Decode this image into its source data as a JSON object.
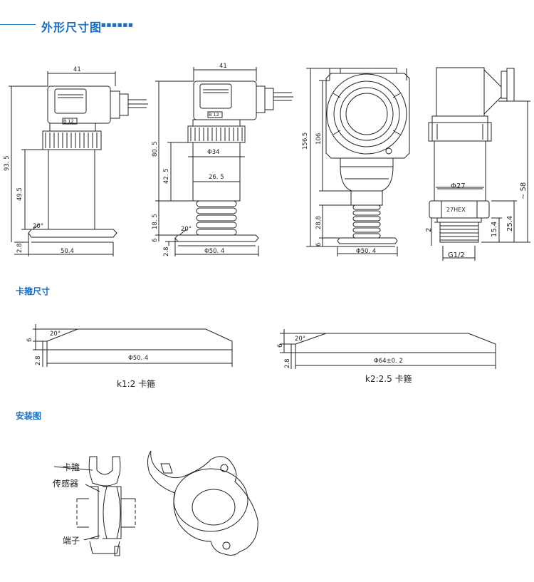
{
  "header": {
    "title": "外形尺寸图",
    "squares": "■■■■■■"
  },
  "sections": {
    "clamp": "卡箍尺寸",
    "install": "安装图"
  },
  "dims": {
    "d41a": "41",
    "d935": "93. 5",
    "d495": "49.5",
    "d20a": "20°",
    "d28a": "2.8",
    "d504a": "50.4",
    "b12a": "B 12",
    "d41b": "41",
    "d805": "80. 5",
    "d425": "42. 5",
    "d34": "Φ34",
    "d265": "26. 5",
    "d185": "18. 5",
    "d6b": "6",
    "d28b": "2.8",
    "d20b": "20°",
    "d504b": "Φ50. 4",
    "b12b": "B 12",
    "d1565": "156.5",
    "d106": "106",
    "d288": "28.8",
    "d6c": "6",
    "d504c": "Φ50. 4",
    "d27": "Φ27",
    "d58": "~ 58",
    "hex": "27HEX",
    "d254": "25.4",
    "d154": "15.4",
    "d2": "2",
    "g12": "G1/2"
  },
  "clamps": {
    "k1": {
      "d6": "6",
      "d28": "2.8",
      "d20": "20°",
      "dia": "Φ50. 4",
      "caption": "k1:2 卡箍"
    },
    "k2": {
      "d6": "6",
      "d28": "2.8",
      "d20": "20°",
      "dia": "Φ64±0. 2",
      "caption": "k2:2.5 卡箍"
    }
  },
  "install": {
    "clamp": "卡箍",
    "sensor": "传感器",
    "terminal": "端子"
  }
}
